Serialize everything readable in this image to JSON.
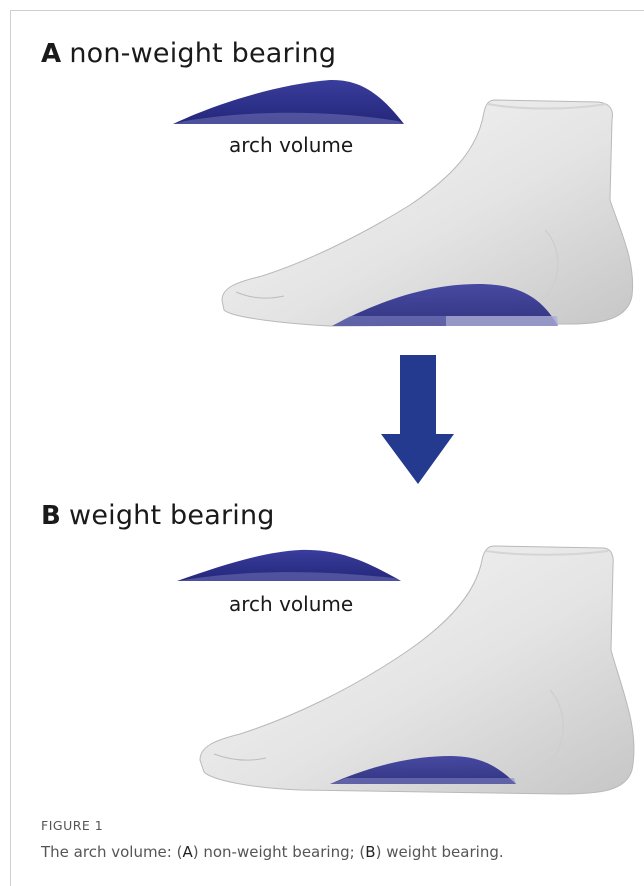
{
  "panels": {
    "a": {
      "letter": "A",
      "label": "non-weight bearing",
      "arch_label": "arch volume"
    },
    "b": {
      "letter": "B",
      "label": "weight bearing",
      "arch_label": "arch volume"
    }
  },
  "caption": {
    "title": "FIGURE 1",
    "prefix": "The arch volume: (",
    "a_key": "A",
    "a_text": ") non-weight bearing; (",
    "b_key": "B",
    "b_text": ") weight bearing."
  },
  "colors": {
    "arch_fill": "#2e318c",
    "arrow": "#243a8f",
    "foot": "#e9e9e9"
  }
}
